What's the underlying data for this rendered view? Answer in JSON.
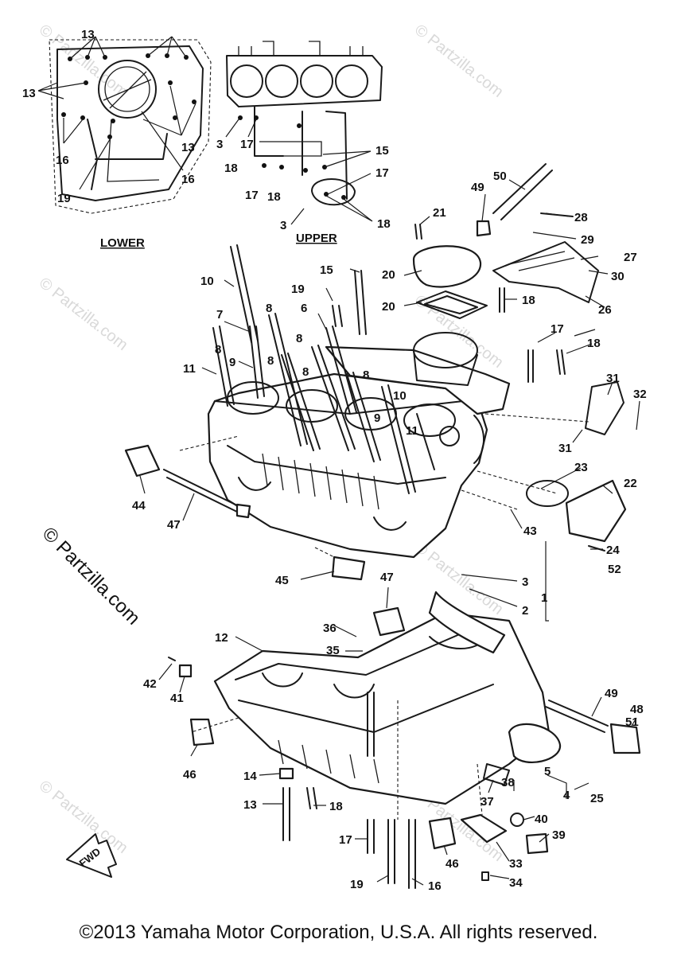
{
  "watermarks": {
    "faint": "© Partzilla.com",
    "main": "© Partzilla.com"
  },
  "view_labels": {
    "lower": "LOWER",
    "upper": "UPPER"
  },
  "forward_marker": "FWD",
  "copyright": "©2013  Yamaha Motor Corporation, U.S.A. All rights reserved.",
  "callouts": [
    "1",
    "2",
    "3",
    "3",
    "3",
    "4",
    "5",
    "6",
    "7",
    "8",
    "8",
    "8",
    "8",
    "8",
    "8",
    "9",
    "9",
    "10",
    "10",
    "11",
    "11",
    "12",
    "13",
    "13",
    "13",
    "13",
    "14",
    "15",
    "15",
    "16",
    "16",
    "16",
    "17",
    "17",
    "17",
    "17",
    "17",
    "18",
    "18",
    "18",
    "18",
    "18",
    "18",
    "19",
    "19",
    "19",
    "20",
    "20",
    "21",
    "22",
    "23",
    "24",
    "25",
    "26",
    "27",
    "28",
    "29",
    "30",
    "31",
    "31",
    "32",
    "33",
    "34",
    "35",
    "36",
    "37",
    "38",
    "39",
    "40",
    "41",
    "42",
    "43",
    "44",
    "45",
    "46",
    "46",
    "47",
    "47",
    "48",
    "49",
    "49",
    "50",
    "51",
    "52"
  ]
}
